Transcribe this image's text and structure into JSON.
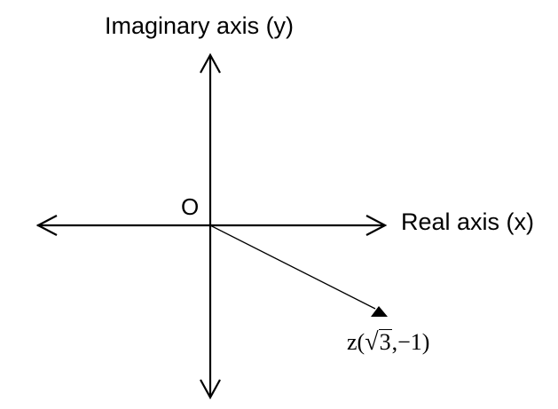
{
  "diagram": {
    "y_axis_label": "Imaginary axis (y)",
    "x_axis_label": "Real axis (x)",
    "origin_label": "O",
    "point": {
      "prefix": "z(",
      "radical_symbol": "√",
      "radicand": "3",
      "suffix": ",−1)"
    }
  },
  "colors": {
    "stroke": "#000000",
    "background": "#ffffff"
  }
}
